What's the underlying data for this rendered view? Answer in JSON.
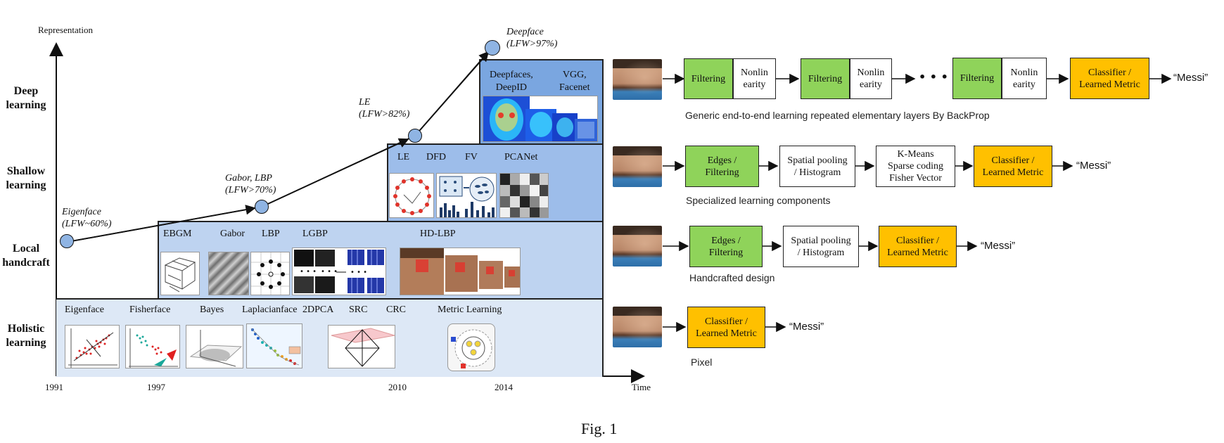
{
  "figure_caption": "Fig. 1",
  "axes": {
    "y_label": "Representation",
    "x_label": "Time",
    "years": [
      "1991",
      "1997",
      "2010",
      "2014"
    ]
  },
  "rows": [
    {
      "label_line1": "Deep",
      "label_line2": "learning"
    },
    {
      "label_line1": "Shallow",
      "label_line2": "learning"
    },
    {
      "label_line1": "Local",
      "label_line2": "handcraft"
    },
    {
      "label_line1": "Holistic",
      "label_line2": "learning"
    }
  ],
  "deep_methods": {
    "m1_line1": "Deepfaces,",
    "m1_line2": "DeepID",
    "m2_line1": "VGG,",
    "m2_line2": "Facenet"
  },
  "shallow_methods": [
    "LE",
    "DFD",
    "FV",
    "PCANet"
  ],
  "local_methods": [
    "EBGM",
    "Gabor",
    "LBP",
    "LGBP",
    "HD-LBP"
  ],
  "holistic_methods": [
    "Eigenface",
    "Fisherface",
    "Bayes",
    "Laplacianface",
    "2DPCA",
    "SRC",
    "CRC",
    "Metric Learning"
  ],
  "milestones": [
    {
      "name": "Eigenface",
      "acc": "(LFW~60%)"
    },
    {
      "name": "Gabor, LBP",
      "acc": "(LFW>70%)"
    },
    {
      "name": "LE",
      "acc": "(LFW>82%)"
    },
    {
      "name": "Deepface",
      "acc": "(LFW>97%)"
    }
  ],
  "pipelines": {
    "deep": {
      "boxes": [
        {
          "line1": "Filtering",
          "line2": ""
        },
        {
          "line1": "Nonlin",
          "line2": "earity"
        },
        {
          "line1": "Filtering",
          "line2": ""
        },
        {
          "line1": "Nonlin",
          "line2": "earity"
        },
        {
          "line1": "Filtering",
          "line2": ""
        },
        {
          "line1": "Nonlin",
          "line2": "earity"
        },
        {
          "line1": "Classifier /",
          "line2": "Learned Metric"
        }
      ],
      "ellipsis": "• • •",
      "output": "“Messi”",
      "caption": "Generic end-to-end learning repeated elementary layers By BackProp"
    },
    "shallow": {
      "boxes": [
        {
          "line1": "Edges /",
          "line2": "Filtering"
        },
        {
          "line1": "Spatial pooling",
          "line2": "/ Histogram"
        },
        {
          "line1": "K-Means",
          "line2": "Sparse coding",
          "line3": "Fisher Vector"
        },
        {
          "line1": "Classifier /",
          "line2": "Learned Metric"
        }
      ],
      "output": "“Messi”",
      "caption": "Specialized learning components"
    },
    "local": {
      "boxes": [
        {
          "line1": "Edges /",
          "line2": "Filtering"
        },
        {
          "line1": "Spatial pooling",
          "line2": "/ Histogram"
        },
        {
          "line1": "Classifier /",
          "line2": "Learned Metric"
        }
      ],
      "output": "“Messi”",
      "caption": "Handcrafted design"
    },
    "holistic": {
      "boxes": [
        {
          "line1": "Classifier /",
          "line2": "Learned Metric"
        }
      ],
      "output": "“Messi”",
      "caption": "Pixel"
    }
  },
  "colors": {
    "green": "#8fd35a",
    "orange": "#ffc000",
    "deep_band": "#7aa6e0",
    "shallow_band": "#9dbdea",
    "local_band": "#bed3f0",
    "holistic_band": "#dde8f6",
    "milestone_dot": "#8fb4e3"
  }
}
